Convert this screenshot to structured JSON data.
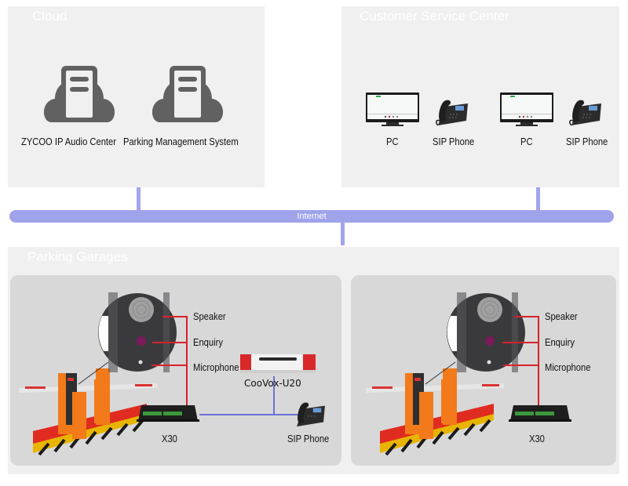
{
  "cloud": {
    "title": "Cloud",
    "items": [
      {
        "label": "ZYCOO IP Audio Center",
        "icon": "cloud-server-icon"
      },
      {
        "label": "Parking Management System",
        "icon": "cloud-server-icon"
      }
    ]
  },
  "customer_service": {
    "title": "Customer Service Center",
    "items": [
      {
        "label": "PC",
        "icon": "monitor-icon"
      },
      {
        "label": "SIP Phone",
        "icon": "ip-phone-icon"
      },
      {
        "label": "PC",
        "icon": "monitor-icon"
      },
      {
        "label": "SIP Phone",
        "icon": "ip-phone-icon"
      }
    ]
  },
  "network": {
    "label": "Internet"
  },
  "parking": {
    "title": "Parking Garages",
    "garages": [
      {
        "intercom_labels": [
          "Speaker",
          "Enquiry",
          "Microphone"
        ],
        "controller_label": "X30",
        "gateway_label": "CooVox-U20",
        "phone_label": "SIP Phone"
      },
      {
        "intercom_labels": [
          "Speaker",
          "Enquiry",
          "Microphone"
        ],
        "controller_label": "X30"
      }
    ]
  },
  "colors": {
    "header": "#6f74d2",
    "bus": "#9fa3ea",
    "wire_red": "#d9222a",
    "wire_blue": "#6b72d6"
  }
}
